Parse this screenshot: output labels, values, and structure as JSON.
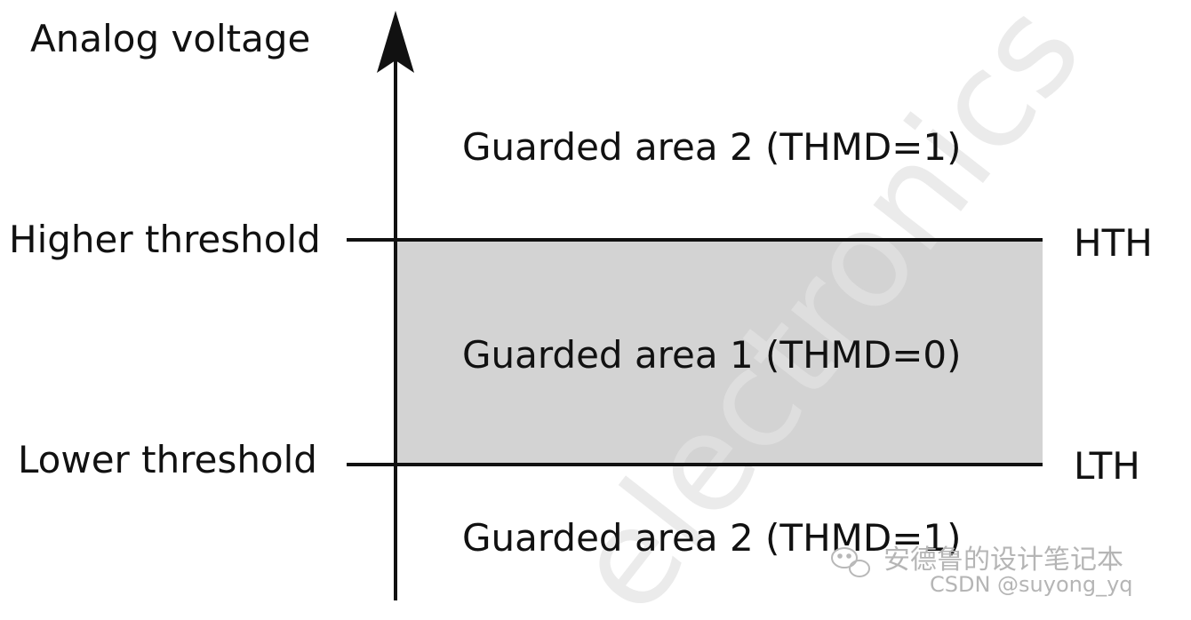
{
  "diagram": {
    "axis_label": "Analog voltage",
    "regions": {
      "upper": "Guarded area 2 (THMD=1)",
      "middle": "Guarded area 1 (THMD=0)",
      "lower": "Guarded area 2 (THMD=1)"
    },
    "thresholds": {
      "high": {
        "label": "Higher threshold",
        "tag": "HTH"
      },
      "low": {
        "label": "Lower threshold",
        "tag": "LTH"
      }
    },
    "watermark": {
      "diagonal": "electronics",
      "wechat": "安德鲁的设计笔记本",
      "csdn": "CSDN @suyong_yq"
    },
    "colors": {
      "line": "#111111",
      "band_fill": "#d3d3d3",
      "text": "#111111",
      "watermark": "#c8c8c8"
    }
  }
}
